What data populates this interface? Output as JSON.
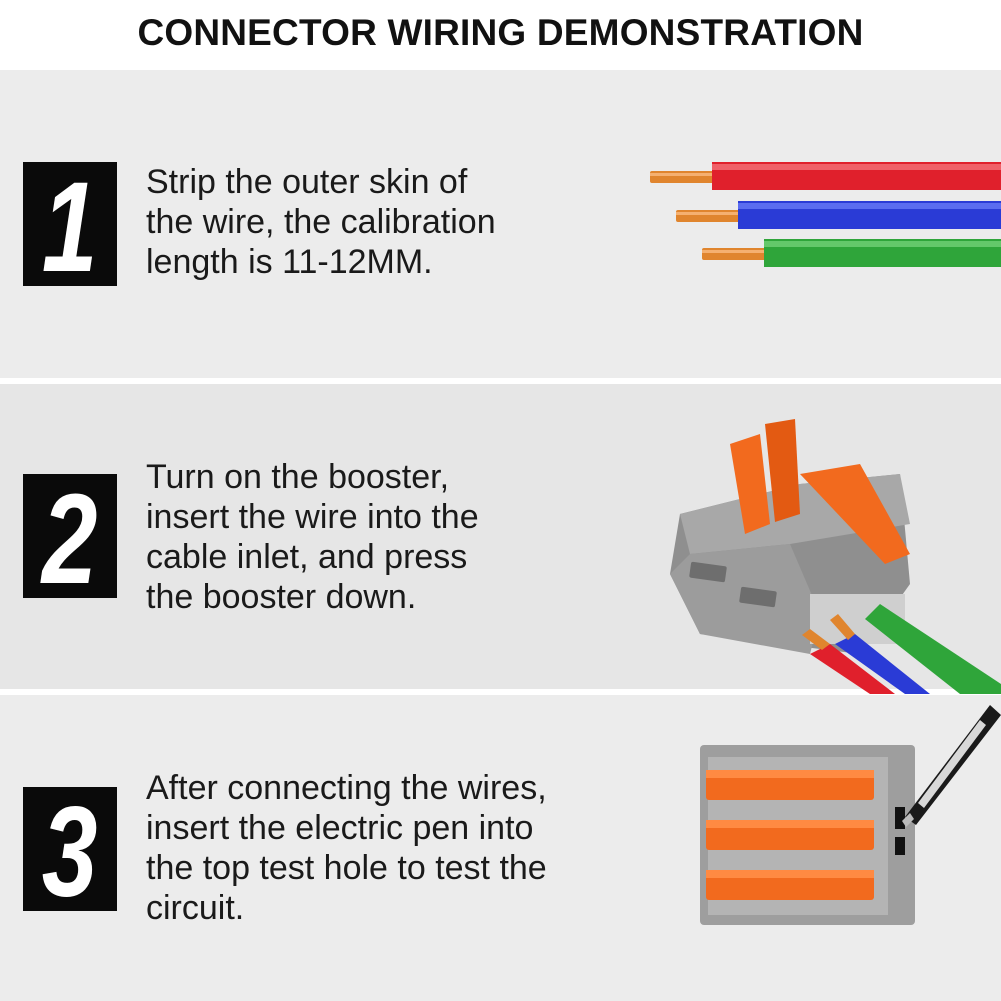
{
  "title": "CONNECTOR WIRING DEMONSTRATION",
  "steps": [
    {
      "number": "1",
      "text": "Strip the outer skin of\nthe wire, the calibration\nlength is 11-12MM.",
      "illustration": "stripped-wires-illustration"
    },
    {
      "number": "2",
      "text": "Turn on the booster,\n insert the wire into the\ncable inlet, and press\nthe booster down.",
      "illustration": "lever-connector-illustration"
    },
    {
      "number": "3",
      "text": "After connecting the wires,\ninsert the electric pen into\nthe top test hole to test the\ncircuit.",
      "illustration": "test-pen-connector-illustration"
    }
  ],
  "colors": {
    "red_wire": "#e0202c",
    "blue_wire": "#2a3bd6",
    "green_wire": "#2fa53a",
    "copper": "#e0852e",
    "lever_orange": "#f26a1e",
    "connector_gray": "#9a9a9a"
  }
}
